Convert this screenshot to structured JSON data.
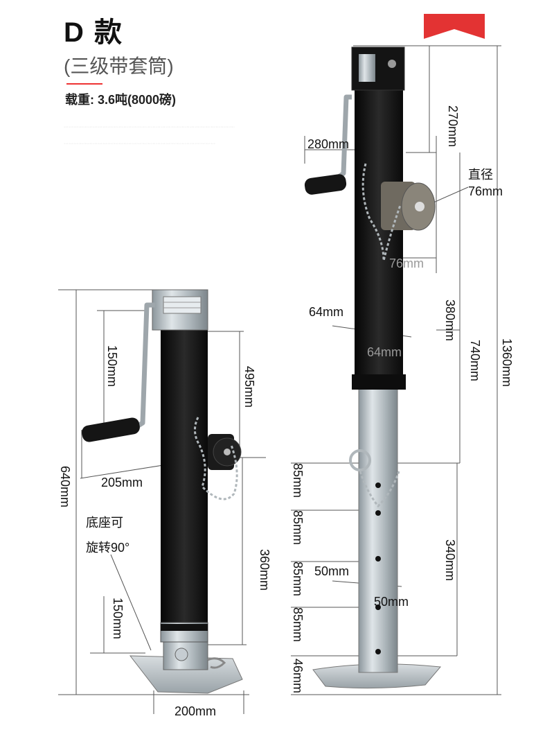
{
  "header": {
    "title": "D 款",
    "subtitle": "(三级带套筒)",
    "load_label": "载重: 3.6吨(8000磅)"
  },
  "colors": {
    "accent_red": "#e33333",
    "jack_black": "#151515",
    "zinc": "#b9c2c8"
  },
  "left_jack": {
    "dims": {
      "crank_height": "150mm",
      "upper_length": "495mm",
      "total_height": "640mm",
      "crank_width": "205mm",
      "lower_length": "360mm",
      "foot_height": "150mm",
      "foot_width": "200mm"
    },
    "note_line1": "底座可",
    "note_line2": "旋转90°"
  },
  "right_jack": {
    "dims": {
      "crank_width": "280mm",
      "top_section": "270mm",
      "diameter_label": "直径",
      "diameter_value": "76mm",
      "gear_width": "76mm",
      "tube_width_left": "64mm",
      "tube_width_grey": "64mm",
      "mid_section": "380mm",
      "upper_total": "740mm",
      "overall": "1360mm",
      "hole_pitch_1": "85mm",
      "hole_pitch_2": "85mm",
      "hole_pitch_3": "85mm",
      "hole_pitch_4": "85mm",
      "bottom_offset": "46mm",
      "hole_spacing_left": "50mm",
      "hole_spacing_right": "50mm",
      "lower_total": "340mm"
    }
  }
}
